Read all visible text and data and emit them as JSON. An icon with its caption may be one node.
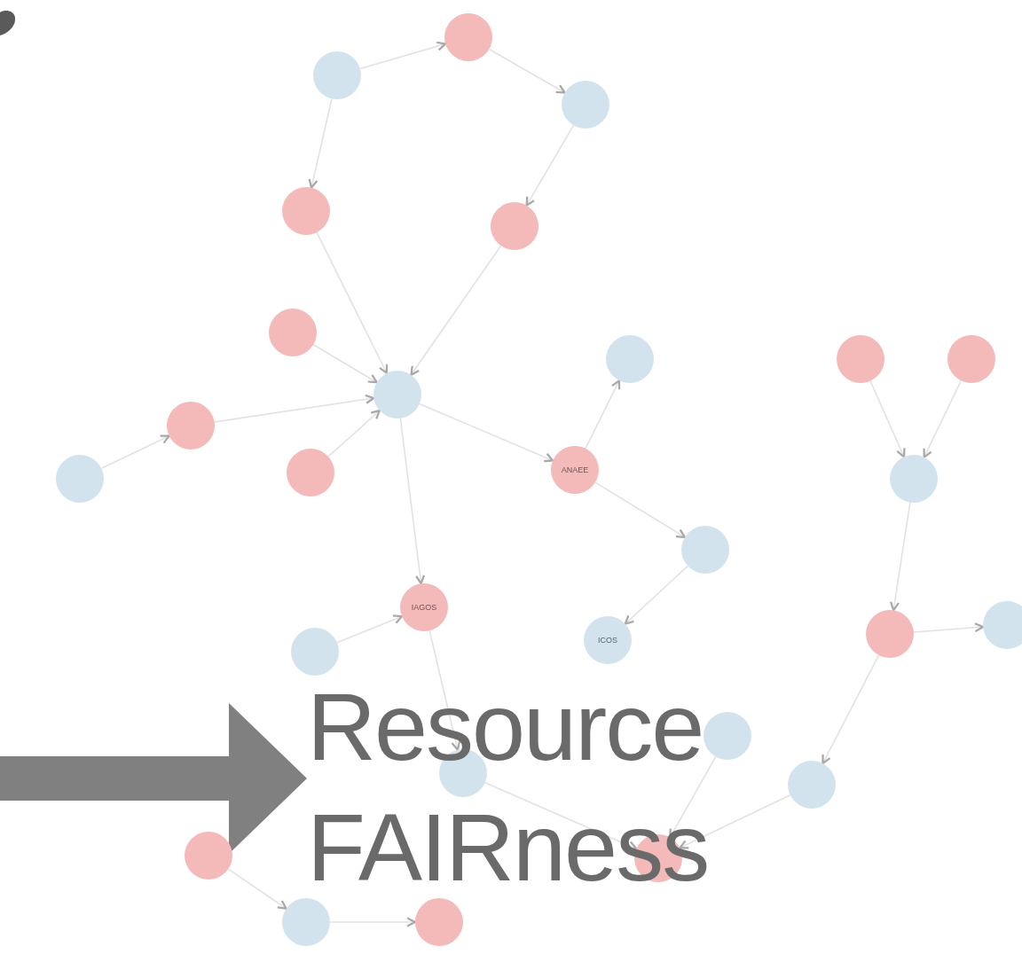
{
  "diagram": {
    "nodes": [
      {
        "text": [],
        "shape": "circle"
      },
      {
        "text": [],
        "shape": "circle"
      },
      {
        "text": [],
        "shape": "circle"
      },
      {
        "text": [],
        "shape": "circle"
      },
      {
        "text": [],
        "shape": "circle"
      },
      {
        "text": [],
        "shape": "circle"
      },
      {
        "text": [],
        "shape": "circle"
      },
      {
        "text": [],
        "shape": "circle"
      },
      {
        "text": [],
        "shape": "circle"
      },
      {
        "text": [],
        "shape": "circle"
      },
      {
        "text": [],
        "shape": "circle"
      },
      {
        "text": [],
        "shape": "circle"
      },
      {
        "text": [
          "ANAEE"
        ]
      },
      {
        "text": [],
        "shape": "circle"
      },
      {
        "text": [],
        "shape": "circle"
      },
      {
        "text": [],
        "shape": "circle"
      },
      {
        "text": [
          "IAGOS"
        ]
      },
      {
        "text": [],
        "shape": "circle"
      },
      {
        "text": [],
        "shape": "circle"
      },
      {
        "text": [],
        "shape": "circle"
      },
      {
        "text": [
          "ICOS"
        ]
      },
      {
        "text": [
          "Resource FAIRness"
        ]
      },
      {
        "text": [],
        "shape": "circle"
      },
      {
        "text": [],
        "shape": "circle"
      },
      {
        "text": [],
        "shape": "circle"
      },
      {
        "text": [],
        "shape": "circle"
      },
      {
        "text": [],
        "shape": "circle"
      },
      {
        "text": [],
        "shape": "circle"
      },
      {
        "text": [],
        "shape": "circle"
      }
    ],
    "edges": [
      {
        "from": 1,
        "to": 0,
        "arrow": "to"
      },
      {
        "from": 0,
        "to": 2,
        "arrow": "to"
      },
      {
        "from": 1,
        "to": 3,
        "arrow": "to"
      },
      {
        "from": 2,
        "to": 4,
        "arrow": "to"
      },
      {
        "from": 3,
        "to": 9,
        "arrow": "to"
      },
      {
        "from": 4,
        "to": 9,
        "arrow": "to"
      },
      {
        "from": 5,
        "to": 9,
        "arrow": "to"
      },
      {
        "from": 10,
        "to": 9,
        "arrow": "to"
      },
      {
        "from": 11,
        "to": 9,
        "arrow": "to"
      },
      {
        "from": 9,
        "to": 12,
        "arrow": "to"
      },
      {
        "from": 12,
        "to": 6,
        "arrow": "to"
      },
      {
        "from": 13,
        "to": 10,
        "arrow": "to"
      },
      {
        "from": 9,
        "to": 16,
        "arrow": "to"
      },
      {
        "from": 12,
        "to": 15,
        "arrow": "to"
      },
      {
        "from": 15,
        "to": 20,
        "arrow": "to"
      },
      {
        "from": 7,
        "to": 14,
        "arrow": "to"
      },
      {
        "from": 8,
        "to": 14,
        "arrow": "to"
      },
      {
        "from": 14,
        "to": 18,
        "arrow": "to"
      },
      {
        "from": 18,
        "to": 17,
        "arrow": "to"
      },
      {
        "from": 19,
        "to": 16,
        "arrow": "to"
      },
      {
        "from": 16,
        "to": 23,
        "arrow": "to"
      },
      {
        "from": 23,
        "to": 26,
        "arrow": "to"
      },
      {
        "from": 22,
        "to": 26,
        "arrow": "to"
      },
      {
        "from": 24,
        "to": 26,
        "arrow": "to"
      },
      {
        "from": 18,
        "to": 24,
        "arrow": "to"
      },
      {
        "from": 25,
        "to": 27,
        "arrow": "to"
      },
      {
        "from": 27,
        "to": 28,
        "arrow": "to"
      },
      {
        "from": null,
        "to": 21,
        "arrow": "to",
        "style": "thick",
        "color": "#808080"
      }
    ]
  }
}
